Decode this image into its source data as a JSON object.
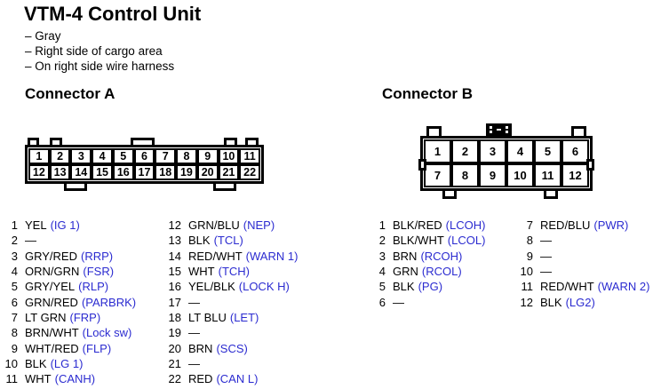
{
  "page": {
    "title": "VTM-4 Control Unit",
    "notes": [
      "– Gray",
      "– Right side of cargo area",
      "– On right side wire harness"
    ]
  },
  "colors": {
    "signal_blue": "#2b2bd0"
  },
  "connector_a": {
    "heading": "Connector A",
    "pin_grid": [
      [
        "1",
        "2",
        "3",
        "4",
        "5",
        "6",
        "7",
        "8",
        "9",
        "10",
        "11"
      ],
      [
        "12",
        "13",
        "14",
        "15",
        "16",
        "17",
        "18",
        "19",
        "20",
        "21",
        "22"
      ]
    ],
    "list_left": [
      {
        "num": "1",
        "wire": "YEL",
        "signal": "(IG 1)"
      },
      {
        "num": "2",
        "wire": "—",
        "signal": ""
      },
      {
        "num": "3",
        "wire": "GRY/RED",
        "signal": "(RRP)"
      },
      {
        "num": "4",
        "wire": "ORN/GRN",
        "signal": "(FSR)"
      },
      {
        "num": "5",
        "wire": "GRY/YEL",
        "signal": "(RLP)"
      },
      {
        "num": "6",
        "wire": "GRN/RED",
        "signal": "(PARBRK)"
      },
      {
        "num": "7",
        "wire": "LT GRN",
        "signal": "(FRP)"
      },
      {
        "num": "8",
        "wire": "BRN/WHT",
        "signal": "(Lock sw)"
      },
      {
        "num": "9",
        "wire": "WHT/RED",
        "signal": "(FLP)"
      },
      {
        "num": "10",
        "wire": "BLK",
        "signal": "(LG 1)"
      },
      {
        "num": "11",
        "wire": "WHT",
        "signal": "(CANH)"
      }
    ],
    "list_right": [
      {
        "num": "12",
        "wire": "GRN/BLU",
        "signal": "(NEP)"
      },
      {
        "num": "13",
        "wire": "BLK",
        "signal": "(TCL)"
      },
      {
        "num": "14",
        "wire": "RED/WHT",
        "signal": "(WARN 1)"
      },
      {
        "num": "15",
        "wire": "WHT",
        "signal": "(TCH)"
      },
      {
        "num": "16",
        "wire": "YEL/BLK",
        "signal": "(LOCK H)"
      },
      {
        "num": "17",
        "wire": "—",
        "signal": ""
      },
      {
        "num": "18",
        "wire": "LT BLU",
        "signal": "(LET)"
      },
      {
        "num": "19",
        "wire": "—",
        "signal": ""
      },
      {
        "num": "20",
        "wire": "BRN",
        "signal": "(SCS)"
      },
      {
        "num": "21",
        "wire": "—",
        "signal": ""
      },
      {
        "num": "22",
        "wire": "RED",
        "signal": "(CAN L)"
      }
    ]
  },
  "connector_b": {
    "heading": "Connector B",
    "pin_grid": [
      [
        "1",
        "2",
        "3",
        "4",
        "5",
        "6"
      ],
      [
        "7",
        "8",
        "9",
        "10",
        "11",
        "12"
      ]
    ],
    "list_left": [
      {
        "num": "1",
        "wire": "BLK/RED",
        "signal": "(LCOH)"
      },
      {
        "num": "2",
        "wire": "BLK/WHT",
        "signal": "(LCOL)"
      },
      {
        "num": "3",
        "wire": "BRN",
        "signal": "(RCOH)"
      },
      {
        "num": "4",
        "wire": "GRN",
        "signal": "(RCOL)"
      },
      {
        "num": "5",
        "wire": "BLK",
        "signal": "(PG)"
      },
      {
        "num": "6",
        "wire": "—",
        "signal": ""
      }
    ],
    "list_right": [
      {
        "num": "7",
        "wire": "RED/BLU",
        "signal": "(PWR)"
      },
      {
        "num": "8",
        "wire": "—",
        "signal": ""
      },
      {
        "num": "9",
        "wire": "—",
        "signal": ""
      },
      {
        "num": "10",
        "wire": "—",
        "signal": ""
      },
      {
        "num": "11",
        "wire": "RED/WHT",
        "signal": "(WARN 2)"
      },
      {
        "num": "12",
        "wire": "BLK",
        "signal": "(LG2)"
      }
    ]
  }
}
